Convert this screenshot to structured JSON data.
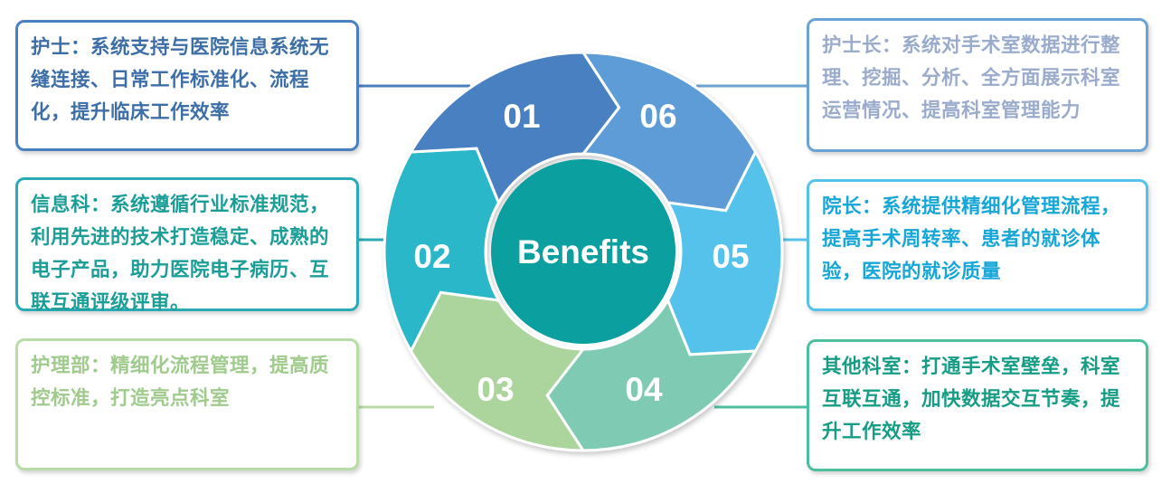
{
  "center_label": "Benefits",
  "segments": [
    {
      "number": "01",
      "color": "#4980c1"
    },
    {
      "number": "02",
      "color": "#29b7c9"
    },
    {
      "number": "03",
      "color": "#acd59e"
    },
    {
      "number": "04",
      "color": "#7ecab2"
    },
    {
      "number": "05",
      "color": "#55c2ec"
    },
    {
      "number": "06",
      "color": "#5d9cd6"
    }
  ],
  "center_color": "#0b9f9f",
  "boxes": [
    {
      "text": "护士：系统支持与医院信息系统无缝连接、日常工作标准化、流程化，提升临床工作效率",
      "color": "#3c6ea8",
      "border": "#4980c1"
    },
    {
      "text": "信息科：系统遵循行业标准规范，利用先进的技术打造稳定、成熟的电子产品，助力医院电子病历、互联互通评级评审。",
      "color": "#1a9e97",
      "border": "#29aab5"
    },
    {
      "text": "护理部：精细化流程管理，提高质控标准，打造亮点科室",
      "color": "#9fcb8c",
      "border": "#b7dca5"
    },
    {
      "text": "护士长：系统对手术室数据进行整理、挖掘、分析、全方面展示科室运营情况、提高科室管理能力",
      "color": "#9aabcc",
      "border": "#6aa3d6"
    },
    {
      "text": "院长：系统提供精细化管理流程，提高手术周转率、患者的就诊体验，医院的就诊质量",
      "color": "#16a6d8",
      "border": "#55c2ec"
    },
    {
      "text": "其他科室：打通手术室壁垒，科室互联互通，加快数据交互节奏，提升工作效率",
      "color": "#179c85",
      "border": "#4dbf9f"
    }
  ]
}
